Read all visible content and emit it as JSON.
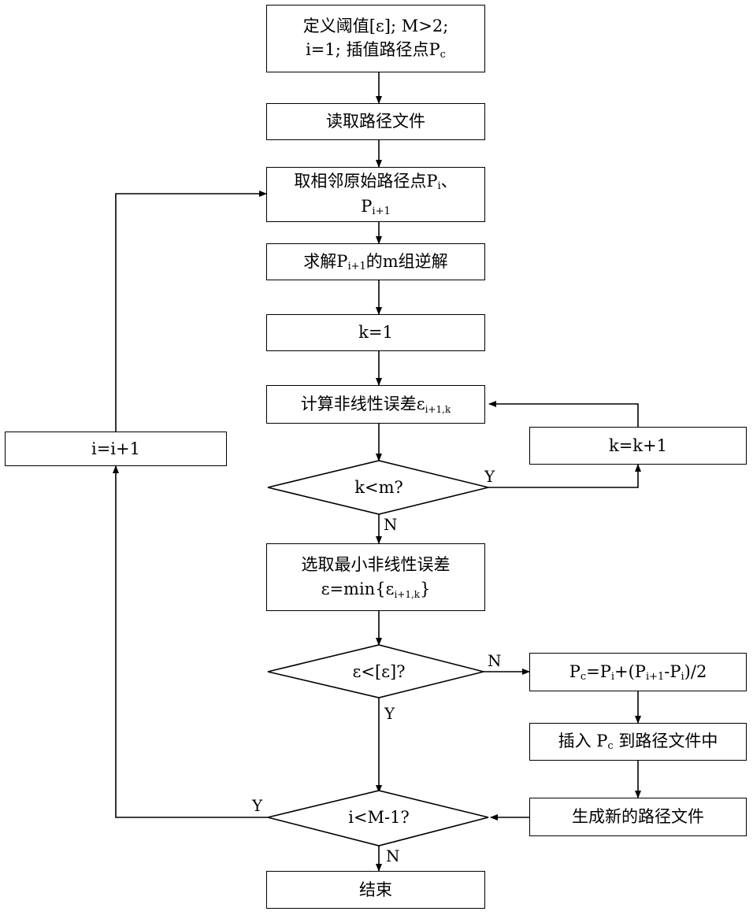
{
  "nodes": {
    "init": {
      "line1": "定义阈值[ε]; M>2;",
      "line2_a": "i=1; 插值路径点P",
      "line2_sub": "c"
    },
    "read_file": {
      "label": "读取路径文件"
    },
    "take_points": {
      "line1_a": "取相邻原始路径点P",
      "line1_sub": "i",
      "line1_b": "、",
      "line2_a": "P",
      "line2_sub": "i+1"
    },
    "solve_ik": {
      "a": "求解P",
      "sub": "i+1",
      "b": "的m组逆解"
    },
    "k_init": {
      "label": "k=1"
    },
    "compute_error": {
      "a": "计算非线性误差ε",
      "sub": "i+1,k"
    },
    "k_inc": {
      "label": "k=k+1"
    },
    "k_check": {
      "label": "k<m?"
    },
    "select_min": {
      "line1": "选取最小非线性误差",
      "line2_a": "ε=min{ε",
      "line2_sub": "i+1,k",
      "line2_b": "}"
    },
    "eps_check": {
      "label": "ε<[ε]?"
    },
    "interp": {
      "a": "P",
      "sub1": "c",
      "b": "=P",
      "sub2": "i",
      "c": "+(P",
      "sub3": "i+1",
      "d": "-P",
      "sub4": "i",
      "e": ")/2"
    },
    "insert": {
      "a": "插入 P",
      "sub": "c",
      "b": " 到路径文件中"
    },
    "new_file": {
      "label": "生成新的路径文件"
    },
    "i_check": {
      "label": "i<M-1?"
    },
    "i_inc": {
      "label": "i=i+1"
    },
    "end": {
      "label": "结束"
    }
  },
  "edge_labels": {
    "k_check_yes": "Y",
    "k_check_no": "N",
    "eps_check_no": "N",
    "eps_check_yes": "Y",
    "i_check_yes": "Y",
    "i_check_no": "N"
  },
  "colors": {
    "stroke": "#000000",
    "background": "#ffffff"
  }
}
